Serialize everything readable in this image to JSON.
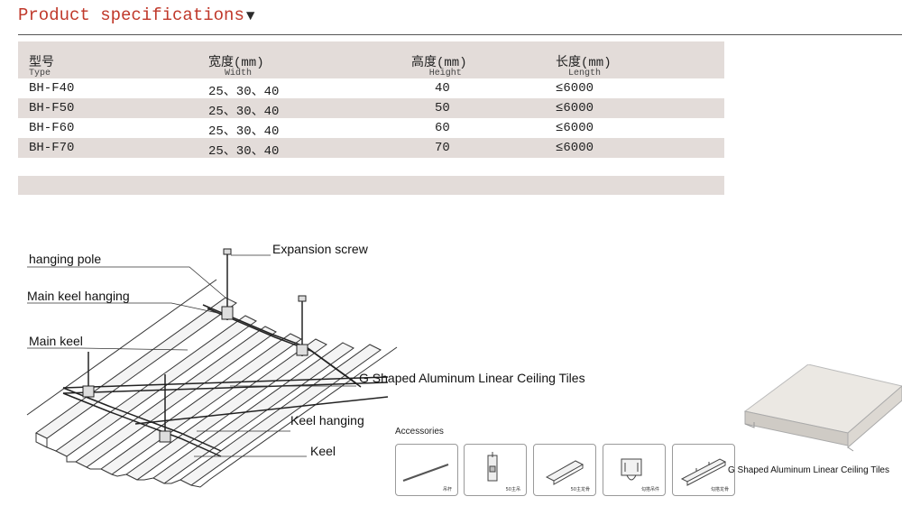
{
  "title": "Product specifications",
  "title_marker": "▼",
  "spec_table": {
    "headers": [
      {
        "main": "型号",
        "sub": "Type"
      },
      {
        "main": "宽度(mm)",
        "sub": "Width"
      },
      {
        "main": "高度(mm)",
        "sub": "Height"
      },
      {
        "main": "长度(mm)",
        "sub": "Length"
      }
    ],
    "rows": [
      [
        "BH-F40",
        "25、30、40",
        "40",
        "≤6000"
      ],
      [
        "BH-F50",
        "25、30、40",
        "50",
        "≤6000"
      ],
      [
        "BH-F60",
        "25、30、40",
        "60",
        "≤6000"
      ],
      [
        "BH-F70",
        "25、30、40",
        "70",
        "≤6000"
      ]
    ]
  },
  "diagram": {
    "callouts": {
      "expansion_screw": "Expansion screw",
      "hanging_pole": "hanging  pole",
      "main_keel_hanging": "Main keel hanging",
      "main_keel": "Main keel",
      "ceiling_tiles": "G Shaped Aluminum Linear Ceiling Tiles",
      "keel_hanging": "Keel hanging",
      "keel": "Keel"
    }
  },
  "accessories": {
    "title": "Accessories",
    "items": [
      {
        "label": "吊杆",
        "icon": "rod-icon"
      },
      {
        "label": "50主吊",
        "icon": "main-hanger-icon"
      },
      {
        "label": "50主龙骨",
        "icon": "main-keel-icon"
      },
      {
        "label": "勾搭吊件",
        "icon": "hook-hanger-icon"
      },
      {
        "label": "勾搭龙骨",
        "icon": "hook-keel-icon"
      }
    ]
  },
  "product_image": {
    "caption": "G Shaped Aluminum Linear Ceiling Tiles"
  },
  "colors": {
    "title": "#c0392b",
    "row_shade": "#e3dcd9",
    "tile": "#e9e6e2"
  }
}
